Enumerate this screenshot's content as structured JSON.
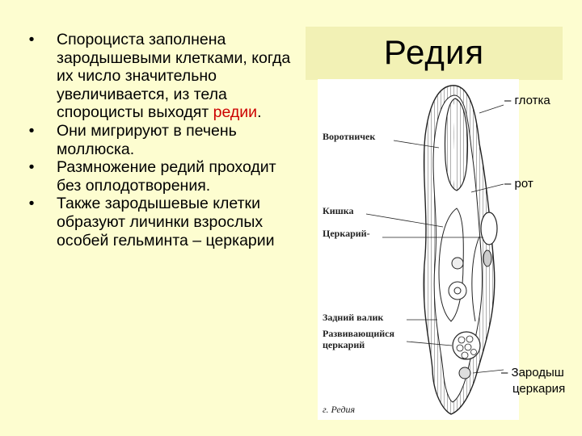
{
  "slide": {
    "title": "Редия",
    "bullets": [
      {
        "marker": "•",
        "before": "Спороциста заполнена зародышевыми клетками, когда их число значительно увеличивается, из тела спороцисты выходят ",
        "highlight": "редии",
        "after": "."
      },
      {
        "marker": "•",
        "before": "Они мигрируют в печень моллюска.",
        "highlight": "",
        "after": ""
      },
      {
        "marker": "•",
        "before": "Размножение редий проходит без оплодотворения.",
        "highlight": "",
        "after": ""
      },
      {
        "marker": "•",
        "before": "Также зародышевые клетки образуют личинки взрослых особей гельминта – церкарии",
        "highlight": "",
        "after": ""
      }
    ]
  },
  "figure": {
    "labels": {
      "collar": "Воротничек",
      "gut": "Кишка",
      "cercaria": "Церкарий-",
      "rear_ridge": "Задний валик",
      "developing_1": "Развивающийся",
      "developing_2": "церкарий",
      "caption": "г. Редия"
    },
    "side_labels": {
      "pharynx": "– глотка",
      "mouth": "– рот",
      "embryo_1": "– Зародыш",
      "embryo_2": "церкария"
    }
  },
  "colors": {
    "background": "#fdfdd0",
    "title_box": "#f2f1b5",
    "highlight": "#cc0000"
  }
}
